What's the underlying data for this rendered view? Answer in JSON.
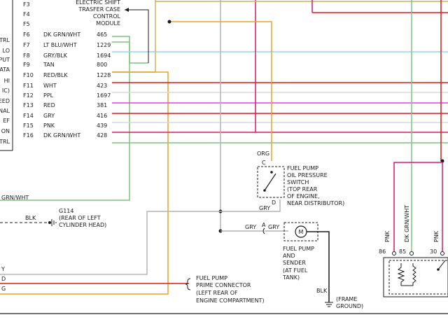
{
  "colors": {
    "background": "#ffffff",
    "ink": "#1a1a1a",
    "white": "#d8d8d8",
    "gray": "#b3b3b3",
    "orange": "#f0a020",
    "dark_green": "#7dc67d",
    "light_blue": "#8ed8e8",
    "tan": "#d1b35d",
    "red": "#e01818",
    "pink": "#d8186a",
    "purple": "#e040e0",
    "black": "#1a1a1a"
  },
  "tcm_module": {
    "lines": [
      "ELECTRIC SHIFT",
      "TRASFER CASE",
      "CONTROL",
      "MODULE"
    ]
  },
  "left_edge_labels": [
    "TRL",
    "LO",
    "PUT",
    "ATA",
    "HI",
    "IC)",
    "EED",
    "NAL",
    "EF",
    "ON",
    "TRL"
  ],
  "connector_pins": [
    {
      "pin": "F3",
      "color": "",
      "circuit": ""
    },
    {
      "pin": "F4",
      "color": "",
      "circuit": ""
    },
    {
      "pin": "F5",
      "color": "",
      "circuit": ""
    },
    {
      "pin": "F6",
      "color": "DK GRN/WHT",
      "circuit": "465"
    },
    {
      "pin": "F7",
      "color": "LT BLU/WHT",
      "circuit": "1229"
    },
    {
      "pin": "F8",
      "color": "GRY/BLK",
      "circuit": "1694"
    },
    {
      "pin": "F9",
      "color": "TAN",
      "circuit": "800"
    },
    {
      "pin": "F10",
      "color": "RED/BLK",
      "circuit": "1228"
    },
    {
      "pin": "F11",
      "color": "WHT",
      "circuit": "423"
    },
    {
      "pin": "F12",
      "color": "PPL",
      "circuit": "1697"
    },
    {
      "pin": "F13",
      "color": "RED",
      "circuit": "381"
    },
    {
      "pin": "F14",
      "color": "GRY",
      "circuit": "416"
    },
    {
      "pin": "F15",
      "color": "PNK",
      "circuit": "439"
    },
    {
      "pin": "F16",
      "color": "DK GRN/WHT",
      "circuit": "428"
    }
  ],
  "left_wire_label": "GRN/WHT",
  "ground_g114": {
    "wire": "BLK",
    "lines": [
      "G114",
      "(REAR OF LEFT",
      "CYLINDER HEAD)"
    ]
  },
  "oil_pressure_switch": {
    "wire_in": "ORG",
    "pin_c": "C",
    "pin_d": "D",
    "wire_out": "GRY",
    "lines": [
      "FUEL PUMP",
      "OIL PRESSURE",
      "SWITCH",
      "(TOP REAR",
      "OF ENGINE,",
      "NEAR DISTRIBUTOR)"
    ]
  },
  "fuel_pump_sender": {
    "wire_in": "GRY",
    "pin_a": "A",
    "wire_in_right": "GRY",
    "motor_symbol": "M",
    "lines": [
      "FUEL PUMP",
      "AND",
      "SENDER",
      "(AT FUEL",
      "TANK)"
    ],
    "ground_wire": "BLK",
    "ground_lines": [
      "(FRAME",
      "GROUND)"
    ]
  },
  "prime_connector": {
    "lines": [
      "FUEL PUMP",
      "PRIME CONNECTOR",
      "(LEFT REAR OF",
      "ENGINE COMPARTMENT)"
    ]
  },
  "left_bottom_letters": [
    "Y",
    "D",
    "G"
  ],
  "relay": {
    "wire_labels": [
      "PNK",
      "DK GRN/WHT",
      "PNK"
    ],
    "pins": [
      "86",
      "85",
      "30"
    ]
  }
}
